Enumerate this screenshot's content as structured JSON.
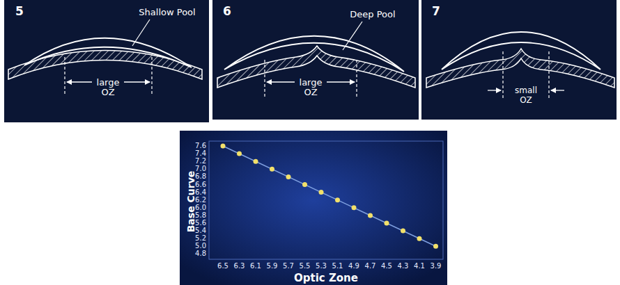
{
  "diagram": {
    "labels": [
      "5",
      "Shallow Pool",
      "large",
      "OZ",
      "6",
      "Deep Pool",
      "large",
      "OZ",
      "7",
      "small",
      "OZ",
      "Base Curve",
      "Optic Zone",
      "7.6",
      "7.4",
      "7.2",
      "7.0",
      "6.8",
      "6.6",
      "6.4",
      "6.2",
      "6.0",
      "5.8",
      "5.6",
      "5.4",
      "5.2",
      "5.0",
      "4.8",
      "6.5",
      "6.3",
      "6.1",
      "5.9",
      "5.7",
      "5.5",
      "5.3",
      "5.1",
      "4.9",
      "4.7",
      "4.5",
      "4.3",
      "4.1",
      "3.9"
    ]
  }
}
